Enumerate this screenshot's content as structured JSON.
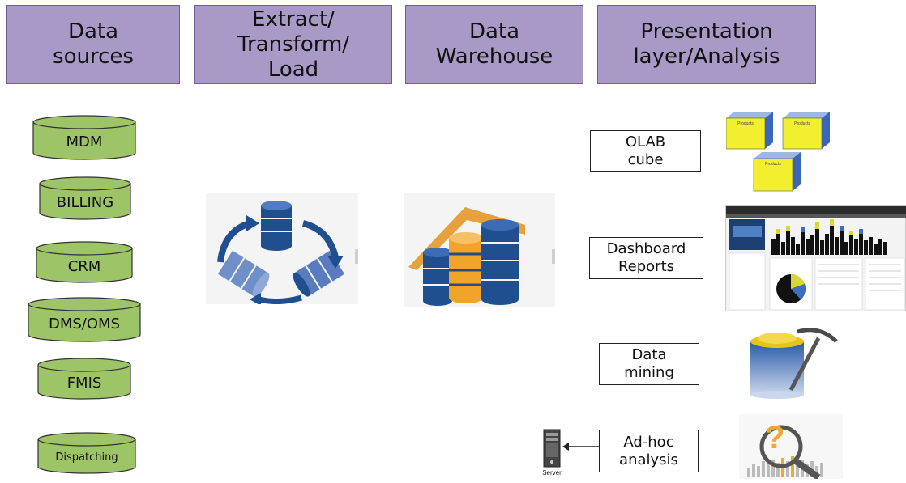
{
  "headers": [
    "Data\nsources",
    "Extract/\nTransform/\nLoad",
    "Data\nWarehouse",
    "Presentation\nlayer/Analysis"
  ],
  "sources": [
    "MDM",
    "BILLING",
    "CRM",
    "DMS/OMS",
    "FMIS",
    "Dispatching"
  ],
  "analysis": {
    "olap": "OLAB\ncube",
    "dashboard": "Dashboard\nReports",
    "mining": "Data\nmining",
    "adhoc": "Ad-hoc\nanalysis"
  },
  "server_label": "Server",
  "cube_label": "Products",
  "colors": {
    "header_fill": "#a899c7",
    "cylinder_fill": "#9dc567",
    "cube_front": "#f2ef2e",
    "cube_side": "#3a67b7",
    "db_blue": "#1f4f8f",
    "db_orange": "#f2a32a"
  }
}
